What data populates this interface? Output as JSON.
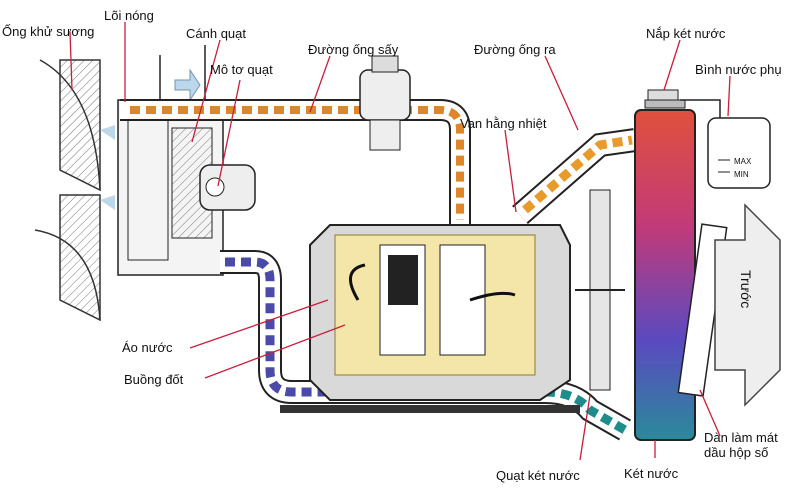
{
  "labels": {
    "defrost_duct": "Ống khử sương",
    "heater_core": "Lõi nóng",
    "fan_blade": "Cánh quạt",
    "fan_motor": "Mô tơ quạt",
    "heater_pipe": "Đường ống sấy",
    "outlet_pipe": "Đường ống ra",
    "thermostat": "Van hằng nhiệt",
    "radiator_cap": "Nắp két nước",
    "reservoir": "Bình nước phụ",
    "water_jacket": "Áo nước",
    "combustion_chamber": "Buồng đốt",
    "radiator_fan": "Quạt két nước",
    "radiator": "Két nước",
    "trans_cooler": "Dàn làm mát dầu hộp số",
    "front": "Trước",
    "max": "MAX",
    "min": "MIN"
  },
  "colors": {
    "hot": "#e08a2a",
    "warm": "#f2c230",
    "cool_purple": "#8a3fa0",
    "cool_blue": "#2f56b8",
    "teal": "#1f8c8c",
    "engine_fill": "#d9d9d9",
    "outline": "#222222",
    "arrow": "#111111"
  }
}
